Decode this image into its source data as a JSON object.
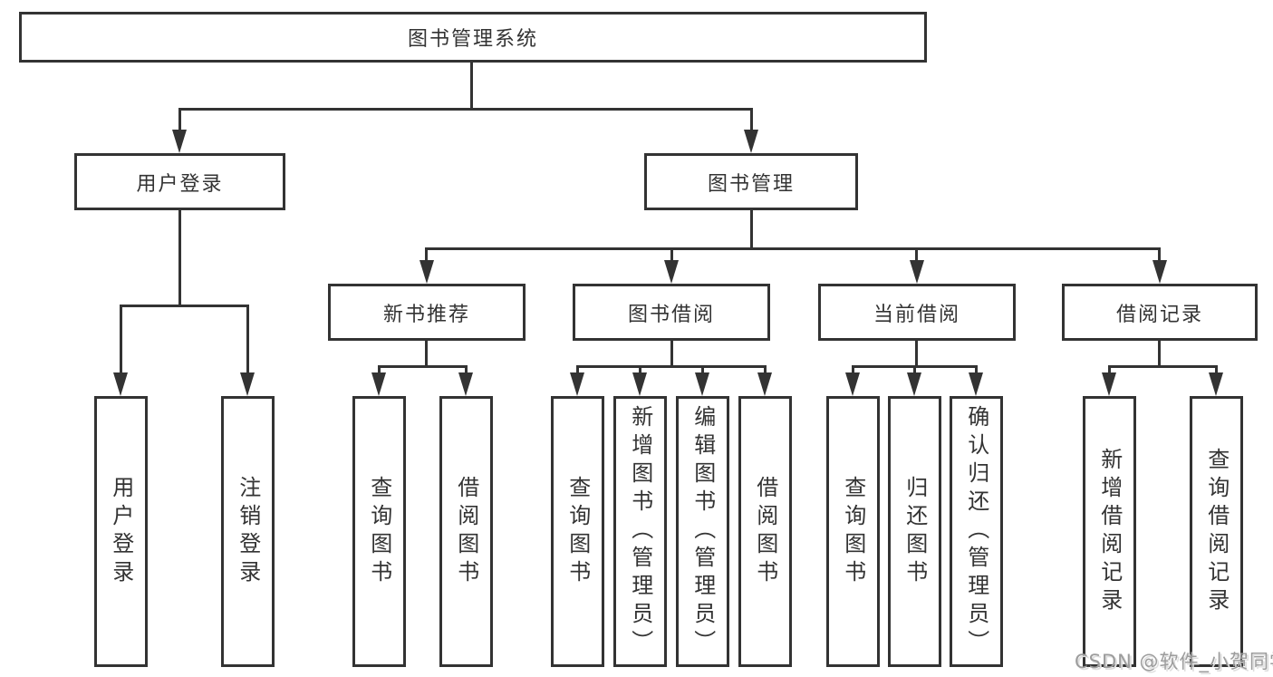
{
  "colors": {
    "line": "#333333",
    "box_border": "#333333",
    "text": "#333333",
    "background": "#ffffff",
    "watermark": "#9c9c9c"
  },
  "tree": {
    "root": {
      "label": "图书管理系统"
    },
    "branches": [
      {
        "label": "用户登录",
        "children": [
          {
            "label": "用户登录"
          },
          {
            "label": "注销登录"
          }
        ]
      },
      {
        "label": "图书管理",
        "children": [
          {
            "label": "新书推荐",
            "children": [
              {
                "label": "查询图书"
              },
              {
                "label": "借阅图书"
              }
            ]
          },
          {
            "label": "图书借阅",
            "children": [
              {
                "label": "查询图书"
              },
              {
                "label": "新增图书（管理员）"
              },
              {
                "label": "编辑图书（管理员）"
              },
              {
                "label": "借阅图书"
              }
            ]
          },
          {
            "label": "当前借阅",
            "children": [
              {
                "label": "查询图书"
              },
              {
                "label": "归还图书"
              },
              {
                "label": "确认归还（管理员）"
              }
            ]
          },
          {
            "label": "借阅记录",
            "children": [
              {
                "label": "新增借阅记录"
              },
              {
                "label": "查询借阅记录"
              }
            ]
          }
        ]
      }
    ]
  },
  "watermark": {
    "text": "CSDN @软件_小贺同学"
  }
}
